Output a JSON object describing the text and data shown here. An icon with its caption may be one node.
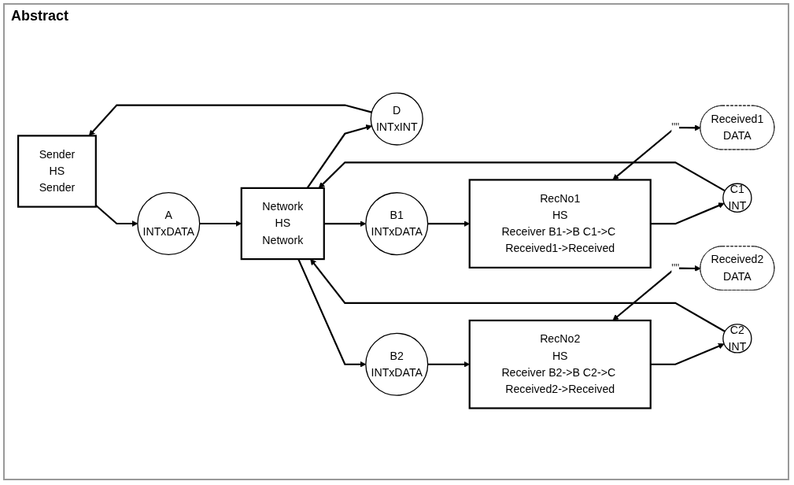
{
  "diagram": {
    "title": "Abstract",
    "nodes": [
      {
        "text": [
          "Sender",
          "HS",
          "Sender"
        ]
      },
      {
        "text": [
          "A",
          "INTxDATA"
        ]
      },
      {
        "text": [
          "Network",
          "HS",
          "Network"
        ]
      },
      {
        "text": [
          "D",
          "INTxINT"
        ]
      },
      {
        "text": [
          "B1",
          "INTxDATA"
        ]
      },
      {
        "text": [
          "B2",
          "INTxDATA"
        ]
      },
      {
        "text": [
          "C1",
          "INT"
        ]
      },
      {
        "text": [
          "C2",
          "INT"
        ]
      },
      {
        "text": [
          "RecNo1",
          "HS",
          "Receiver B1->B C1->C Received1->Received"
        ]
      },
      {
        "text": [
          "RecNo2",
          "HS",
          "Receiver B2->B C2->C Received2->Received"
        ]
      },
      {
        "text": [
          "Received1",
          "DATA"
        ]
      },
      {
        "text": [
          "Received2",
          "DATA"
        ]
      }
    ],
    "edges": [
      {
        "from": 0,
        "to": 1,
        "arrow": "to"
      },
      {
        "from": 1,
        "to": 2,
        "arrow": "to"
      },
      {
        "from": 2,
        "to": 4,
        "arrow": "to"
      },
      {
        "from": 4,
        "to": 8,
        "arrow": "to"
      },
      {
        "from": 2,
        "to": 5,
        "arrow": "to"
      },
      {
        "from": 5,
        "to": 9,
        "arrow": "to"
      },
      {
        "from": 8,
        "to": 6,
        "arrow": "to"
      },
      {
        "from": 6,
        "to": 2,
        "arrow": "to"
      },
      {
        "from": 9,
        "to": 7,
        "arrow": "to"
      },
      {
        "from": 7,
        "to": 2,
        "arrow": "to"
      },
      {
        "from": 2,
        "to": 3,
        "arrow": "to"
      },
      {
        "from": 3,
        "to": 0,
        "arrow": "to"
      },
      {
        "from": 8,
        "to": 10,
        "arrow": "both",
        "label": "\"\""
      },
      {
        "from": 9,
        "to": 11,
        "arrow": "both",
        "label": "\"\""
      }
    ]
  }
}
